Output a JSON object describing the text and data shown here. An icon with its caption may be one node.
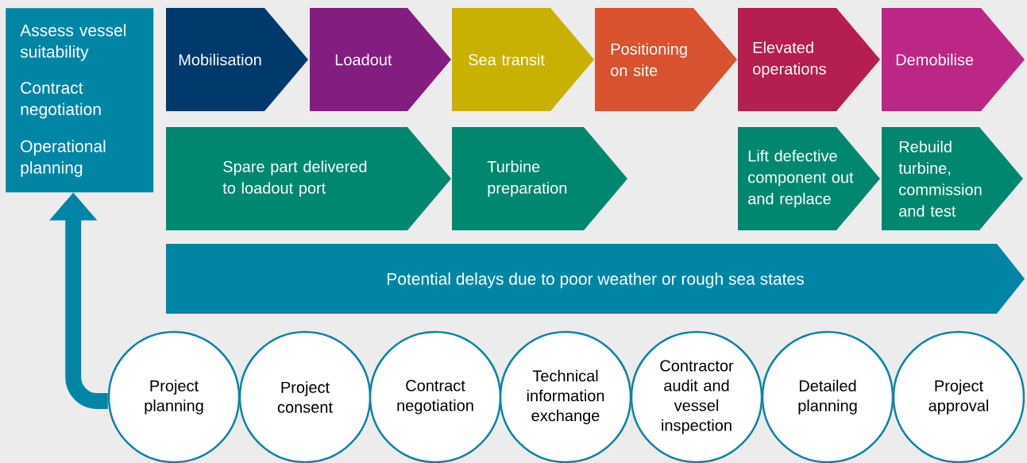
{
  "diagram": {
    "nodes": [
      {
        "text": [
          "Assess vessel suitability",
          "Contract negotiation",
          "Operational planning"
        ]
      },
      {
        "text": [
          "Mobilisation"
        ]
      },
      {
        "text": [
          "Loadout"
        ]
      },
      {
        "text": [
          "Sea transit"
        ]
      },
      {
        "text": [
          "Positioning on site"
        ]
      },
      {
        "text": [
          "Elevated operations"
        ]
      },
      {
        "text": [
          "Demobilise"
        ]
      },
      {
        "text": [
          "Spare part delivered to loadout port"
        ]
      },
      {
        "text": [
          "Turbine preparation"
        ]
      },
      {
        "text": [
          "Lift defective component out and replace"
        ]
      },
      {
        "text": [
          "Rebuild turbine, commission and test"
        ]
      },
      {
        "text": [
          "Potential delays due to poor weather or rough sea states"
        ]
      },
      {
        "text": [
          "Project planning"
        ]
      },
      {
        "text": [
          "Project consent"
        ]
      },
      {
        "text": [
          "Contract negotiation"
        ]
      },
      {
        "text": [
          "Technical information exchange"
        ]
      },
      {
        "text": [
          "Contractor audit and vessel inspection"
        ]
      },
      {
        "text": [
          "Detailed planning"
        ]
      },
      {
        "text": [
          "Project approval"
        ]
      }
    ],
    "edges": [
      {
        "from": 12,
        "to": 0,
        "arrow": "to"
      }
    ]
  }
}
